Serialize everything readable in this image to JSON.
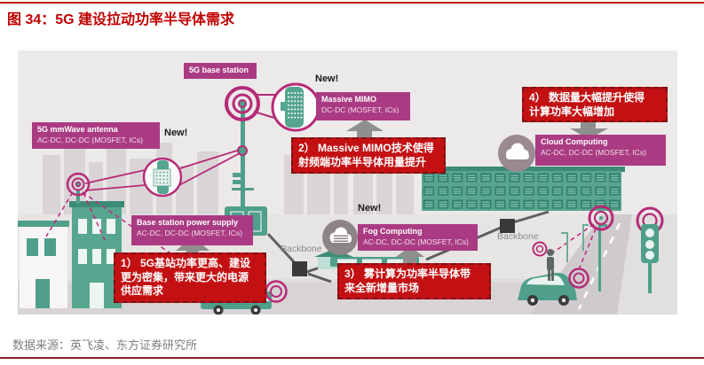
{
  "page": {
    "title": "图 34：5G 建设拉动功率半导体需求",
    "source": "数据来源：英飞凌、东方证券研究所"
  },
  "colors": {
    "title_red": "#c00000",
    "callout_red": "#c31113",
    "label_magenta": "#aa3b82",
    "ring_magenta": "#b62b77",
    "teal": "#4f9f8a",
    "source_gray": "#7f7f7f"
  },
  "diagram": {
    "labels": {
      "base_station": {
        "title": "5G base station"
      },
      "massive_mimo": {
        "title": "Massive MIMO",
        "subtitle": "DC-DC (MOSFET, ICs)"
      },
      "mmwave": {
        "title": "5G mmWave antenna",
        "subtitle": "AC-DC, DC-DC (MOSFET, ICs)"
      },
      "base_power": {
        "title": "Base station power supply",
        "subtitle": "AC-DC, DC-DC (MOSFET, ICs)"
      },
      "cloud": {
        "title": "Cloud Computing",
        "subtitle": "AC-DC, DC-DC (MOSFET, ICs)"
      },
      "fog": {
        "title": "Fog Computing",
        "subtitle": "AC-DC, DC-DC (MOSFET, ICs)"
      }
    },
    "badges": {
      "massive_mimo": "New!",
      "mmwave": "New!",
      "fog": "New!"
    },
    "backbone": {
      "left": "Backbone",
      "right": "Backbone"
    },
    "callouts": {
      "c1": {
        "lines": [
          "1） 5G基站功率更高、建设",
          "更为密集，带来更大的电源",
          "供应需求"
        ]
      },
      "c2": {
        "lines": [
          "2） Massive MIMO技术使得",
          "射频端功率半导体用量提升"
        ]
      },
      "c3": {
        "lines": [
          "3） 雾计算为功率半导体带",
          "来全新增量市场"
        ]
      },
      "c4": {
        "lines": [
          "4） 数据量大幅提升使得",
          "计算功率大幅增加"
        ]
      }
    }
  }
}
